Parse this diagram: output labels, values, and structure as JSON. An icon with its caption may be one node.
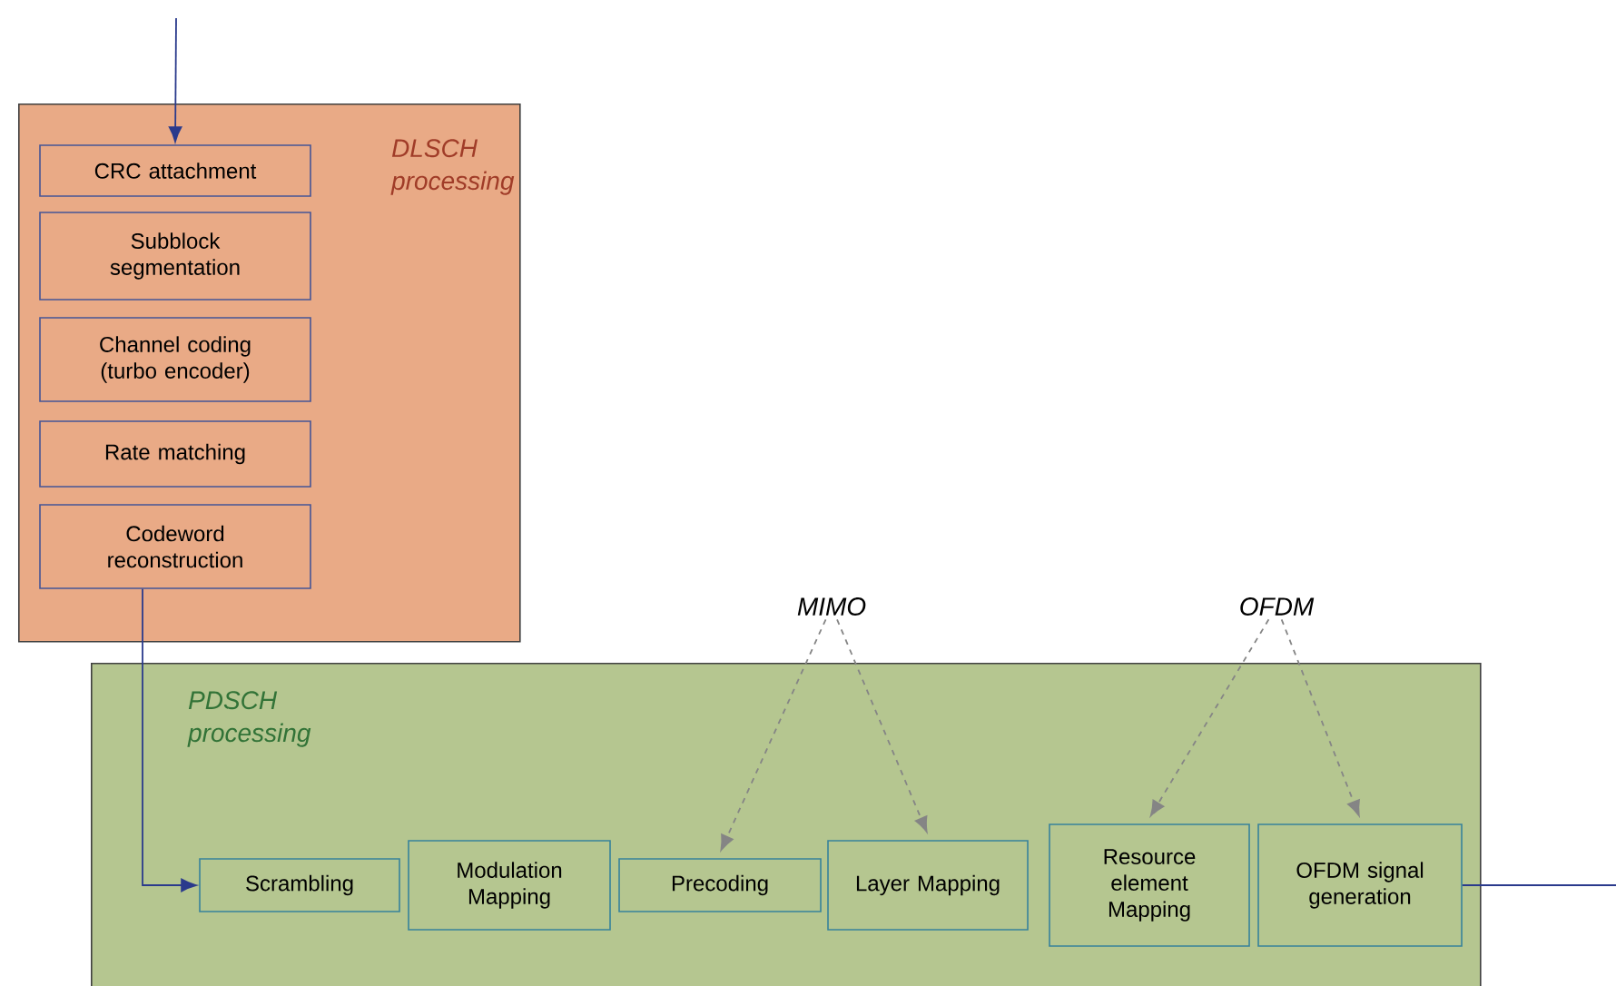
{
  "diagram": {
    "nodes": [
      {
        "text": [
          "DLSCH processing"
        ]
      },
      {
        "text": [
          "CRC attachment"
        ],
        "in": 0
      },
      {
        "text": [
          "Subblock segmentation"
        ],
        "in": 0
      },
      {
        "text": [
          "Channel coding (turbo encoder)"
        ],
        "in": 0
      },
      {
        "text": [
          "Rate matching"
        ],
        "in": 0
      },
      {
        "text": [
          "Codeword reconstruction"
        ],
        "in": 0
      },
      {
        "text": [
          "PDSCH processing"
        ]
      },
      {
        "text": [
          "Scrambling"
        ],
        "in": 6
      },
      {
        "text": [
          "Modulation Mapping"
        ],
        "in": 6
      },
      {
        "text": [
          "Precoding"
        ],
        "in": 6
      },
      {
        "text": [
          "Layer Mapping"
        ],
        "in": 6
      },
      {
        "text": [
          "Resource element Mapping"
        ],
        "in": 6
      },
      {
        "text": [
          "OFDM signal generation"
        ],
        "in": 6
      },
      {
        "text": [
          "MIMO"
        ]
      },
      {
        "text": [
          "OFDM"
        ]
      }
    ],
    "edges": [
      {
        "from": null,
        "to": 1,
        "arrow": "to",
        "color": "#2a3a8c"
      },
      {
        "from": 5,
        "to": 7,
        "arrow": "to",
        "color": "#2a3a8c"
      },
      {
        "from": 12,
        "to": null,
        "arrow": "none",
        "color": "#2a3a8c"
      },
      {
        "from": 13,
        "to": 9,
        "arrow": "to",
        "style": "dashed",
        "color": "#858585"
      },
      {
        "from": 13,
        "to": 10,
        "arrow": "to",
        "style": "dashed",
        "color": "#858585"
      },
      {
        "from": 14,
        "to": 11,
        "arrow": "to",
        "style": "dashed",
        "color": "#858585"
      },
      {
        "from": 14,
        "to": 12,
        "arrow": "to",
        "style": "dashed",
        "color": "#858585"
      }
    ]
  }
}
